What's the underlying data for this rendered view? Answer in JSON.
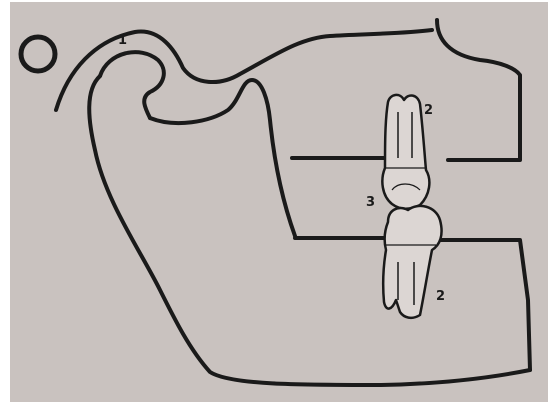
{
  "diagram": {
    "labels": {
      "condyle": "1",
      "upper_tooth": "2",
      "occlusal_contact": "3",
      "lower_tooth": "2"
    },
    "colors": {
      "background": "#ffffff",
      "paper": "#c9c2bf",
      "ink": "#1a1a1a",
      "tooth_fill": "#dcd6d3"
    }
  }
}
